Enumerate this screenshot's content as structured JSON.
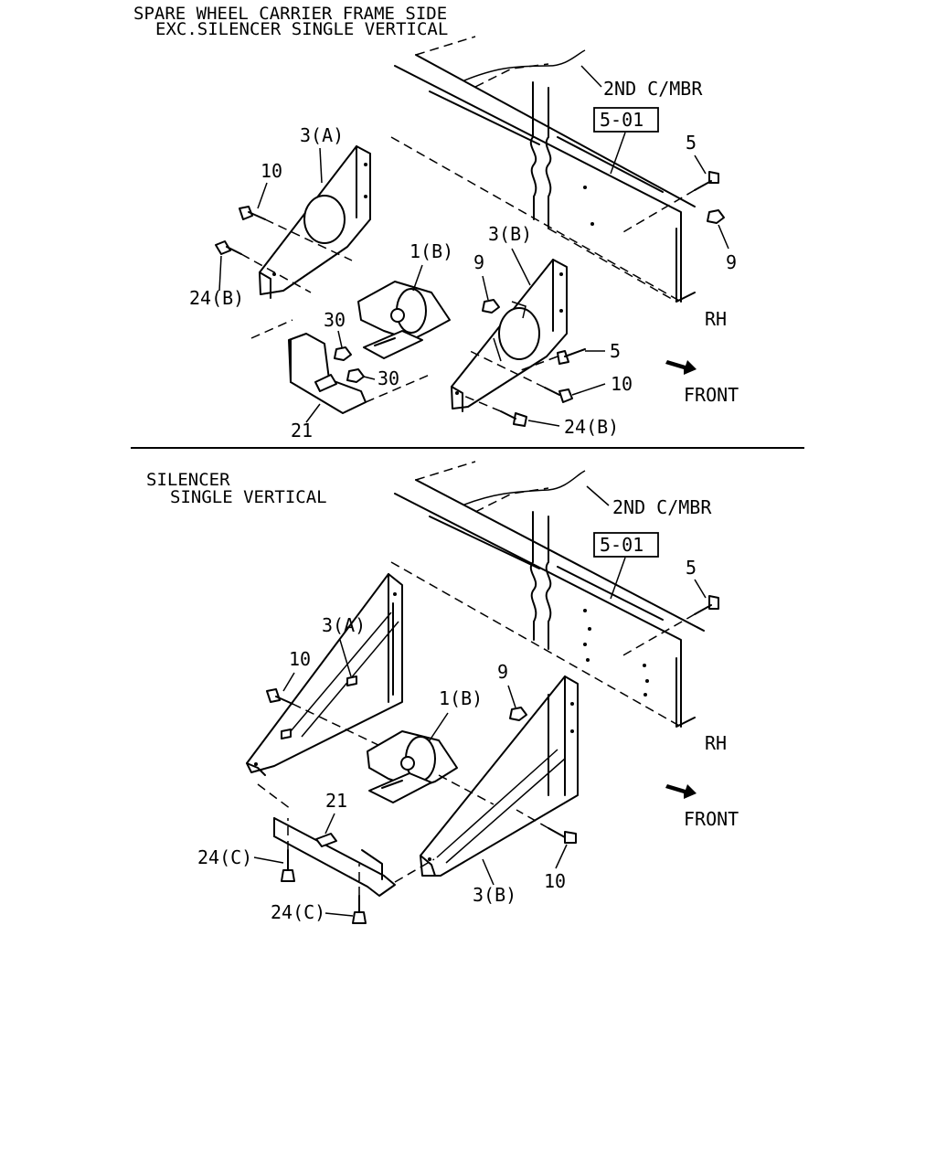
{
  "top": {
    "caption": [
      "SPARE WHEEL CARRIER FRAME SIDE",
      "EXC.SILENCER SINGLE VERTICAL"
    ],
    "member_label": "2ND C/MBR",
    "ref_box": "5-01",
    "side_label": "RH",
    "front_label": "FRONT",
    "callouts": {
      "c3a": "3(A)",
      "c10a": "10",
      "c24a": "24(B)",
      "c1b": "1(B)",
      "c30a": "30",
      "c30b": "30",
      "c21": "21",
      "c3b": "3(B)",
      "c9a": "9",
      "c9b": "9",
      "c5a": "5",
      "c5b": "5",
      "c10b": "10",
      "c24b": "24(B)"
    }
  },
  "bottom": {
    "caption": [
      "SILENCER",
      "SINGLE VERTICAL"
    ],
    "member_label": "2ND C/MBR",
    "ref_box": "5-01",
    "side_label": "RH",
    "front_label": "FRONT",
    "callouts": {
      "c5": "5",
      "c9": "9",
      "c3a": "3(A)",
      "c10a": "10",
      "c1b": "1(B)",
      "c21": "21",
      "c24a": "24(C)",
      "c24b": "24(C)",
      "c3b": "3(B)",
      "c10b": "10"
    }
  }
}
